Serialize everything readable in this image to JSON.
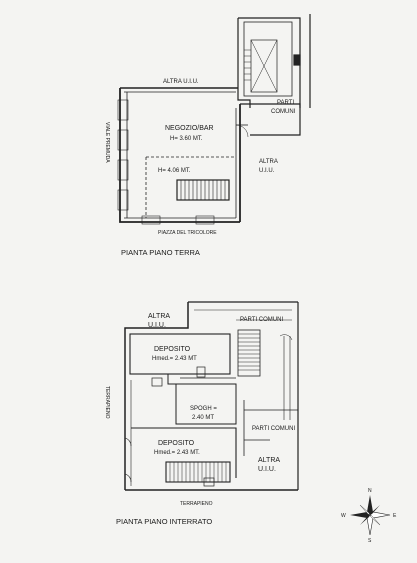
{
  "ground_floor": {
    "title": "PIANTA PIANO TERRA",
    "shop_label": "NEGOZIO/BAR",
    "shop_height": "H= 3.60 MT.",
    "mezz_height": "H= 4.06 MT.",
    "altra_uiu_top": "ALTRA U.I.U.",
    "parti_comuni_1": "PARTI",
    "parti_comuni_2": "COMUNI",
    "altra_right_1": "ALTRA",
    "altra_right_2": "U.I.U.",
    "street_left": "VIALE PREMUDA",
    "street_bottom": "PIAZZA DEL TRICOLORE"
  },
  "basement": {
    "title": "PIANTA PIANO INTERRATO",
    "altra_top_1": "ALTRA",
    "altra_top_2": "U.I.U.",
    "parti_comuni_top": "PARTI COMUNI",
    "deposito_top": "DEPOSITO",
    "deposito_top_h": "Hmed.= 2.43 MT",
    "spogh_1": "SPOGH =",
    "spogh_2": "2.40 MT",
    "parti_comuni_right": "PARTI COMUNI",
    "deposito_bottom": "DEPOSITO",
    "deposito_bottom_h": "Hmed.= 2.43 MT.",
    "altra_bottom_1": "ALTRA",
    "altra_bottom_2": "U.I.U.",
    "street_left": "TERRAPIENO",
    "street_bottom": "TERRAPIENO"
  },
  "compass": {
    "n": "N",
    "s": "S",
    "e": "E",
    "w": "W"
  }
}
